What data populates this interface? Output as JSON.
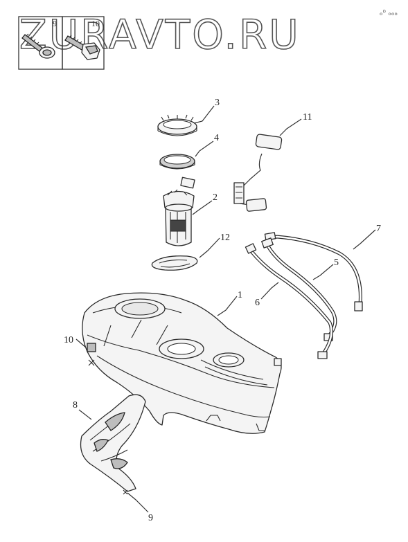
{
  "watermark": {
    "text": "ZURAVTO.RU",
    "dots": "ₒ⁰ ₒₒₒ"
  },
  "thumbnails": [
    {
      "id": "thumb-9",
      "number": "9",
      "icon": "screw-icon"
    },
    {
      "id": "thumb-10",
      "number": "10",
      "icon": "bolt-icon"
    }
  ],
  "callouts": [
    {
      "number": "1",
      "part": "fuel-tank"
    },
    {
      "number": "2",
      "part": "fuel-pump-module"
    },
    {
      "number": "3",
      "part": "lock-ring"
    },
    {
      "number": "4",
      "part": "seal-ring"
    },
    {
      "number": "5",
      "part": "fuel-pipe"
    },
    {
      "number": "6",
      "part": "fuel-pipe"
    },
    {
      "number": "7",
      "part": "fuel-hose"
    },
    {
      "number": "8",
      "part": "heat-shield"
    },
    {
      "number": "9",
      "part": "screw"
    },
    {
      "number": "10",
      "part": "bolt"
    },
    {
      "number": "11",
      "part": "fuel-level-sensor"
    },
    {
      "number": "12",
      "part": "gasket"
    }
  ],
  "colors": {
    "line": "#2a2a2a",
    "background": "#ffffff",
    "watermark": "#555555"
  }
}
